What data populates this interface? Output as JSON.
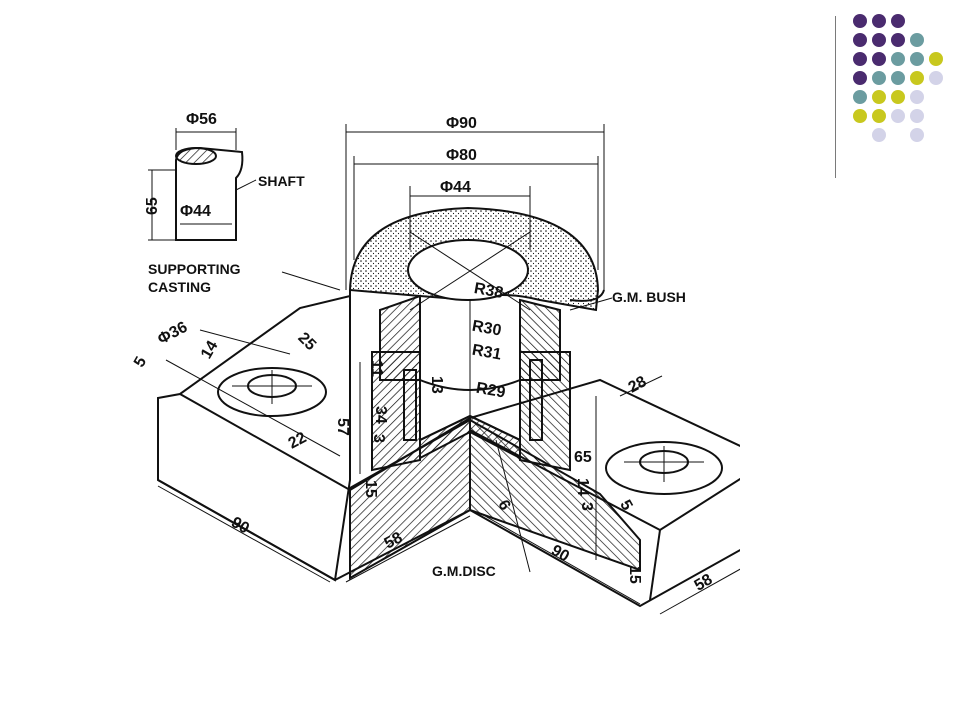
{
  "decor": {
    "dot_colors": {
      "purple": "#4a2b6f",
      "teal": "#6b9ca0",
      "lime": "#c8c81e",
      "lavender": "#d3d3e8"
    },
    "dot_grid": [
      [
        "purple",
        "purple",
        "purple",
        "",
        ""
      ],
      [
        "purple",
        "purple",
        "purple",
        "teal",
        ""
      ],
      [
        "purple",
        "purple",
        "teal",
        "teal",
        "lime"
      ],
      [
        "purple",
        "teal",
        "teal",
        "lime",
        "lavender"
      ],
      [
        "teal",
        "lime",
        "lime",
        "lavender",
        ""
      ],
      [
        "lime",
        "lime",
        "lavender",
        "lavender",
        ""
      ],
      [
        "",
        "lavender",
        "",
        "lavender",
        ""
      ]
    ]
  },
  "drawing": {
    "labels": {
      "shaft": "SHAFT",
      "supporting_line1": "SUPPORTING",
      "supporting_line2": "CASTING",
      "gm_bush": "G.M. BUSH",
      "gm_disc": "G.M.DISC"
    },
    "dims": {
      "d56": "Φ56",
      "h65": "65",
      "d44_shaft": "Φ44",
      "d90": "Φ90",
      "d80": "Φ80",
      "d44": "Φ44",
      "d36": "Φ36",
      "d14": "14",
      "d25": "25",
      "d5": "5",
      "d22": "22",
      "r38": "R38",
      "r30": "R30",
      "r31": "R31",
      "r29": "R29",
      "d11": "11",
      "d13": "13",
      "d57": "57",
      "d34": "34",
      "d3": "3",
      "d15_left": "15",
      "d90_left": "90",
      "d58_center": "58",
      "d6": "6",
      "d90_right": "90",
      "d65": "65",
      "d28": "28",
      "d14_right": "14",
      "d5_right": "5",
      "d3_right": "3",
      "d15_right": "15",
      "d58_right": "58"
    }
  }
}
